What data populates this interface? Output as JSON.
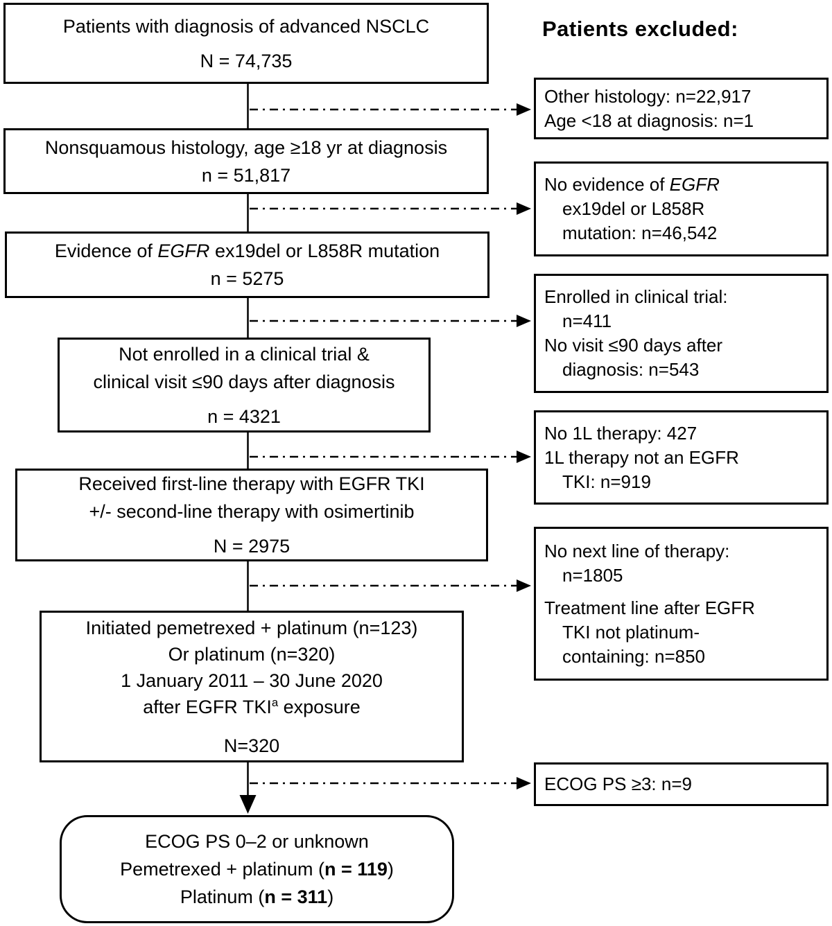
{
  "figure": {
    "kind": "patient-attrition-flowchart",
    "colors": {
      "line": "#000000",
      "background": "#ffffff",
      "text": "#000000"
    }
  },
  "excluded_header": "Patients excluded:",
  "flow_boxes": {
    "box1": {
      "line1": "Patients with diagnosis of advanced NSCLC",
      "count": "N = 74,735"
    },
    "box2": {
      "line1": "Nonsquamous histology, age ≥18 yr at diagnosis",
      "count": "n = 51,817"
    },
    "box3": {
      "line1_pre": "Evidence of ",
      "line1_italic": "EGFR",
      "line1_post": " ex19del or L858R mutation",
      "count": "n = 5275"
    },
    "box4": {
      "line1": "Not enrolled in a clinical trial &",
      "line2": "clinical visit ≤90 days after diagnosis",
      "count": "n = 4321"
    },
    "box5": {
      "line1": "Received first-line therapy with EGFR TKI",
      "line2": "+/- second-line therapy with osimertinib",
      "count": "N = 2975"
    },
    "box6": {
      "line1": "Initiated pemetrexed + platinum (n=123)",
      "line2": "Or platinum (n=320)",
      "line3": "1 January 2011 – 30 June 2020",
      "line4_pre": "after EGFR TKI",
      "line4_sup": "a",
      "line4_post": " exposure",
      "count": "N=320"
    },
    "box7": {
      "line1": "ECOG PS 0–2 or unknown",
      "line2_pre": "Pemetrexed + platinum (",
      "line2_bold": "n = 119",
      "line2_post": ")",
      "line3_pre": "Platinum (",
      "line3_bold": "n = 311",
      "line3_post": ")"
    }
  },
  "excluded_boxes": {
    "ex1": {
      "line1": "Other histology: n=22,917",
      "line2": "Age <18 at diagnosis: n=1"
    },
    "ex2": {
      "line1_pre": "No evidence of ",
      "line1_italic": "EGFR",
      "line2": "ex19del or L858R",
      "line3": "mutation: n=46,542"
    },
    "ex3": {
      "line1": "Enrolled in clinical trial:",
      "line2": "n=411",
      "line3": "No visit ≤90 days after",
      "line4": "diagnosis: n=543"
    },
    "ex4": {
      "line1": "No 1L therapy: 427",
      "line2": "1L therapy not an EGFR",
      "line3": "TKI: n=919"
    },
    "ex5": {
      "line1": "No next line of therapy:",
      "line2": "n=1805",
      "line3": "Treatment line after EGFR",
      "line4": "TKI not platinum-",
      "line5": "containing: n=850"
    },
    "ex6": {
      "line1": "ECOG PS ≥3: n=9"
    }
  }
}
